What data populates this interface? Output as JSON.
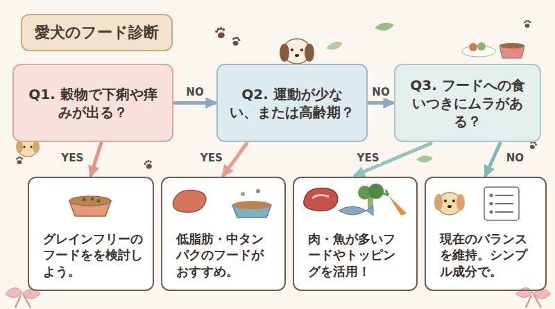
{
  "diagram": {
    "title": "愛犬のフード診断",
    "nodes": [
      {
        "text": [
          "Q1. 穀物で下痢や痒みが出る？"
        ]
      },
      {
        "text": [
          "Q2. 運動が少ない、または高齢期？"
        ]
      },
      {
        "text": [
          "Q3. フードへの食いつきにムラがある？"
        ]
      },
      {
        "text": [
          "グレインフリーのフードをを検討しよう。"
        ]
      },
      {
        "text": [
          "低脂肪・中タンパクのフードがおすすめ。"
        ]
      },
      {
        "text": [
          "肉・魚が多いフードやトッピングを活用！"
        ]
      },
      {
        "text": [
          "現在のバランスを維持。シンプル成分で。"
        ]
      }
    ],
    "edges": [
      {
        "from": 0,
        "to": 1,
        "label": "NO",
        "arrow": "to"
      },
      {
        "from": 1,
        "to": 2,
        "label": "NO",
        "arrow": "to"
      },
      {
        "from": 0,
        "to": 3,
        "label": "YES",
        "arrow": "to"
      },
      {
        "from": 1,
        "to": 4,
        "label": "YES",
        "arrow": "to"
      },
      {
        "from": 2,
        "to": 5,
        "label": "YES",
        "arrow": "to"
      },
      {
        "from": 2,
        "to": 6,
        "label": "NO",
        "arrow": "to"
      }
    ]
  }
}
